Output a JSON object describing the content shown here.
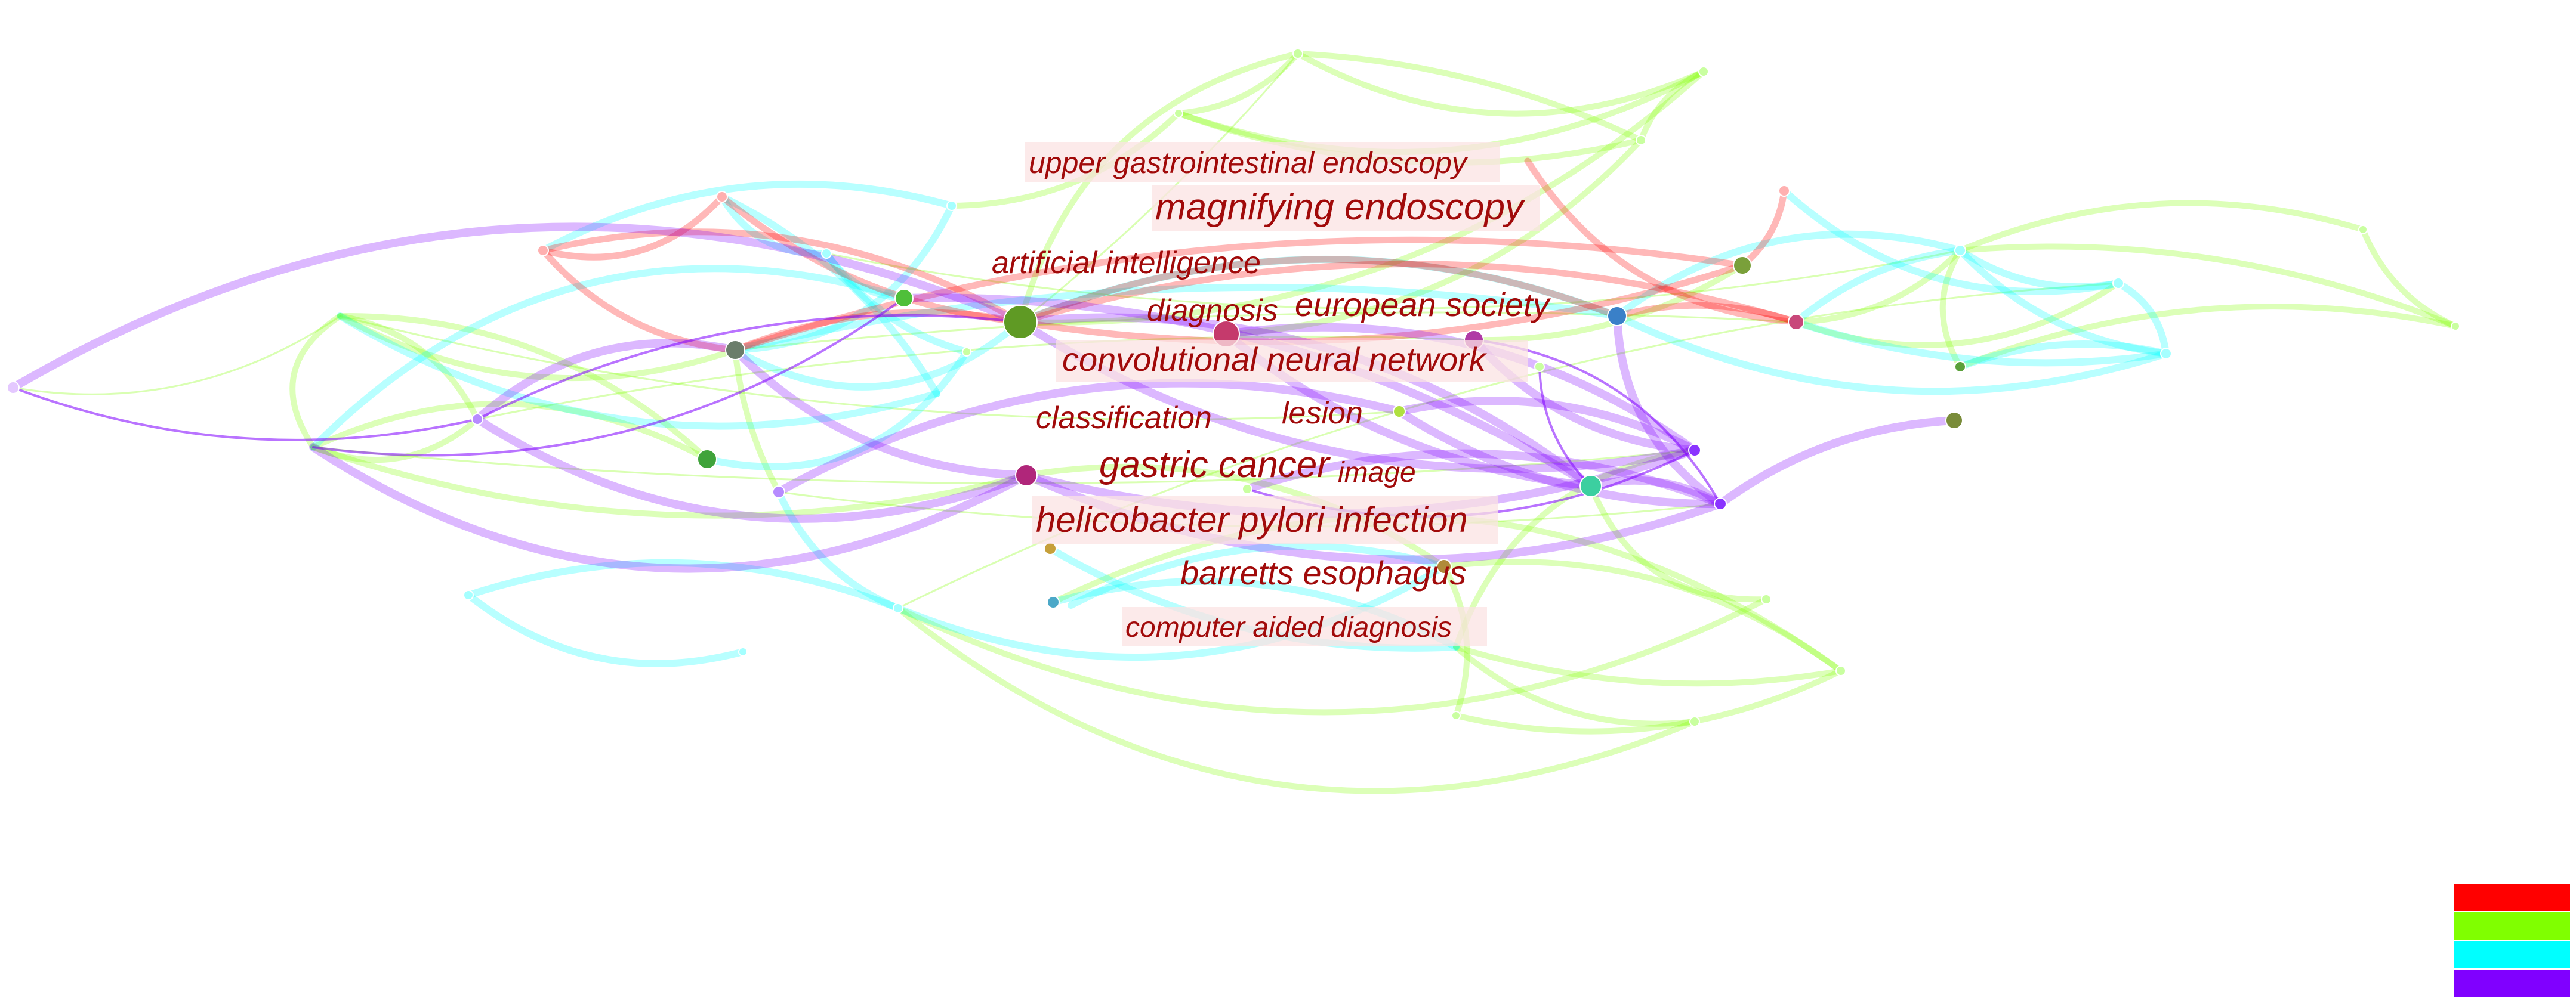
{
  "keywords": [
    {
      "key": "upper_gi",
      "text": "upper gastrointestinal endoscopy"
    },
    {
      "key": "magnifying",
      "text": "magnifying endoscopy"
    },
    {
      "key": "ai",
      "text": "artificial intelligence"
    },
    {
      "key": "diagnosis",
      "text": "diagnosis"
    },
    {
      "key": "european",
      "text": "european society"
    },
    {
      "key": "cnn",
      "text": "convolutional neural network"
    },
    {
      "key": "classification",
      "text": "classification"
    },
    {
      "key": "lesion",
      "text": "lesion"
    },
    {
      "key": "gastric",
      "text": "gastric cancer"
    },
    {
      "key": "image",
      "text": "image"
    },
    {
      "key": "hpylori",
      "text": "helicobacter pylori infection"
    },
    {
      "key": "barretts",
      "text": "barretts esophagus"
    },
    {
      "key": "cad",
      "text": "computer aided diagnosis"
    }
  ],
  "cluster_colors": {
    "red": "#ff0000",
    "green": "#80ff00",
    "cyan": "#00ffff",
    "purple": "#8000ff"
  },
  "legend": {
    "colors": [
      "#ff0000",
      "#80ff00",
      "#00ffff",
      "#8000ff"
    ]
  }
}
